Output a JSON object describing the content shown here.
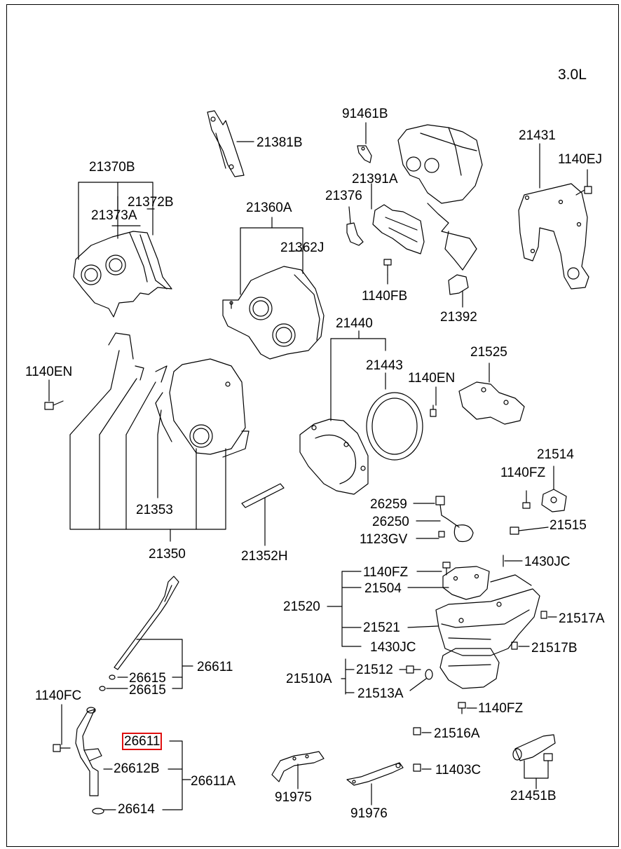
{
  "diagram": {
    "engine": "3.0L",
    "highlight_color": "#e01010",
    "labels": {
      "p21381B": "21381B",
      "p91461B": "91461B",
      "p21431": "21431",
      "p1140EJ": "1140EJ",
      "p21370B": "21370B",
      "p21372B": "21372B",
      "p21373A": "21373A",
      "p21360A": "21360A",
      "p21362J": "21362J",
      "p21391A": "21391A",
      "p21376": "21376",
      "p1140FB": "1140FB",
      "p21392": "21392",
      "p21440": "21440",
      "p21443": "21443",
      "p21525": "21525",
      "p1140EN_left": "1140EN",
      "p1140EN_right": "1140EN",
      "p21514": "21514",
      "p1140FZ_a": "1140FZ",
      "p21515": "21515",
      "p26259": "26259",
      "p26250": "26250",
      "p1123GV": "1123GV",
      "p21353": "21353",
      "p21350": "21350",
      "p21352H": "21352H",
      "p1430JC_a": "1430JC",
      "p1140FZ_b": "1140FZ",
      "p21504": "21504",
      "p21520": "21520",
      "p21517A": "21517A",
      "p21521": "21521",
      "p1430JC_b": "1430JC",
      "p21517B": "21517B",
      "p21512": "21512",
      "p21510A": "21510A",
      "p21513A": "21513A",
      "p1140FZ_c": "1140FZ",
      "p26611_a": "26611",
      "p26615_a": "26615",
      "p26615_b": "26615",
      "p1140FC": "1140FC",
      "p26611_b": "26611",
      "p26612B": "26612B",
      "p26611A": "26611A",
      "p26614": "26614",
      "p21516A": "21516A",
      "p11403C": "11403C",
      "p21451B": "21451B",
      "p91975": "91975",
      "p91976": "91976"
    }
  }
}
